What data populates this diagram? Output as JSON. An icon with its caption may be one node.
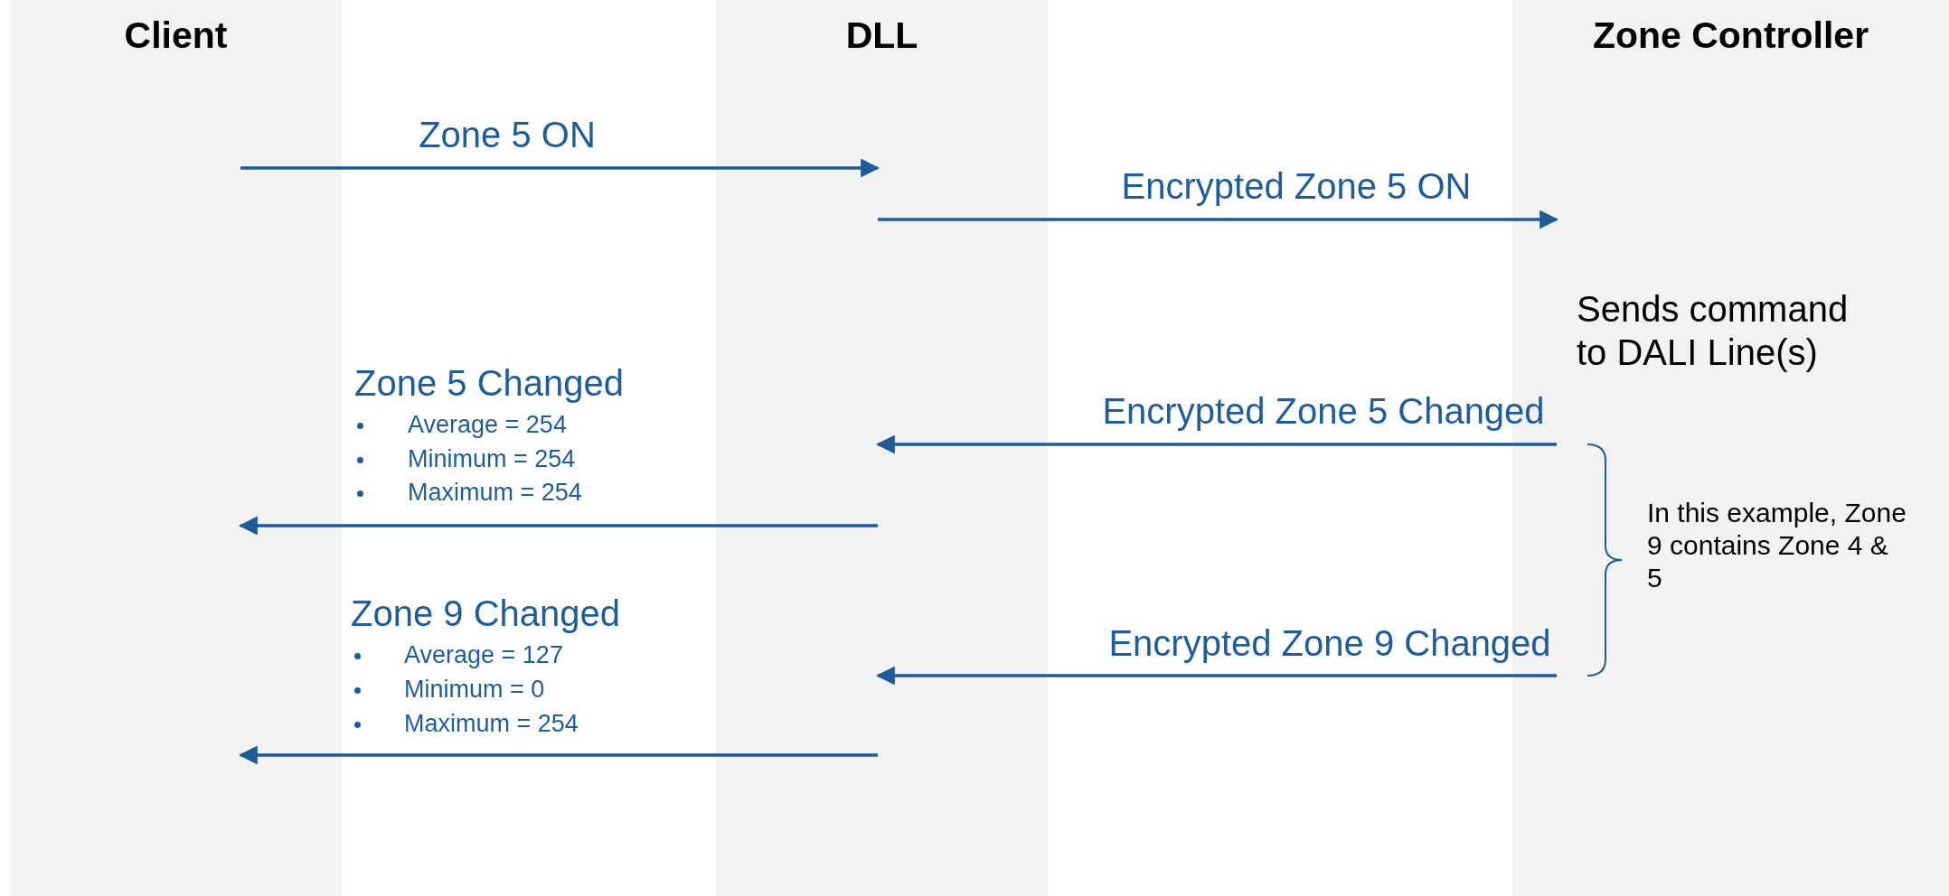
{
  "diagram": {
    "nodes": [
      {
        "text": [
          "Client"
        ]
      },
      {
        "text": [
          "DLL"
        ]
      },
      {
        "text": [
          "Zone Controller"
        ]
      }
    ],
    "edges": [
      {
        "from": 0,
        "to": 1,
        "arrow": "to",
        "label": "Zone 5 ON"
      },
      {
        "from": 1,
        "to": 2,
        "arrow": "to",
        "label": "Encrypted Zone 5 ON"
      },
      {
        "from": 2,
        "to": 1,
        "arrow": "to",
        "label": "Encrypted Zone 5 Changed"
      },
      {
        "from": 1,
        "to": 0,
        "arrow": "to",
        "label": "Zone 5 Changed"
      },
      {
        "from": 2,
        "to": 1,
        "arrow": "to",
        "label": "Encrypted Zone 9 Changed"
      },
      {
        "from": 1,
        "to": 0,
        "arrow": "to",
        "label": "Zone 9 Changed"
      }
    ],
    "labels": [
      "Sends command to DALI Line(s)",
      "Average = 254",
      "Minimum = 254",
      "Maximum = 254",
      "In this example, Zone 9 contains Zone 4 & 5",
      "Average = 127",
      "Minimum = 0",
      "Maximum = 254"
    ]
  }
}
